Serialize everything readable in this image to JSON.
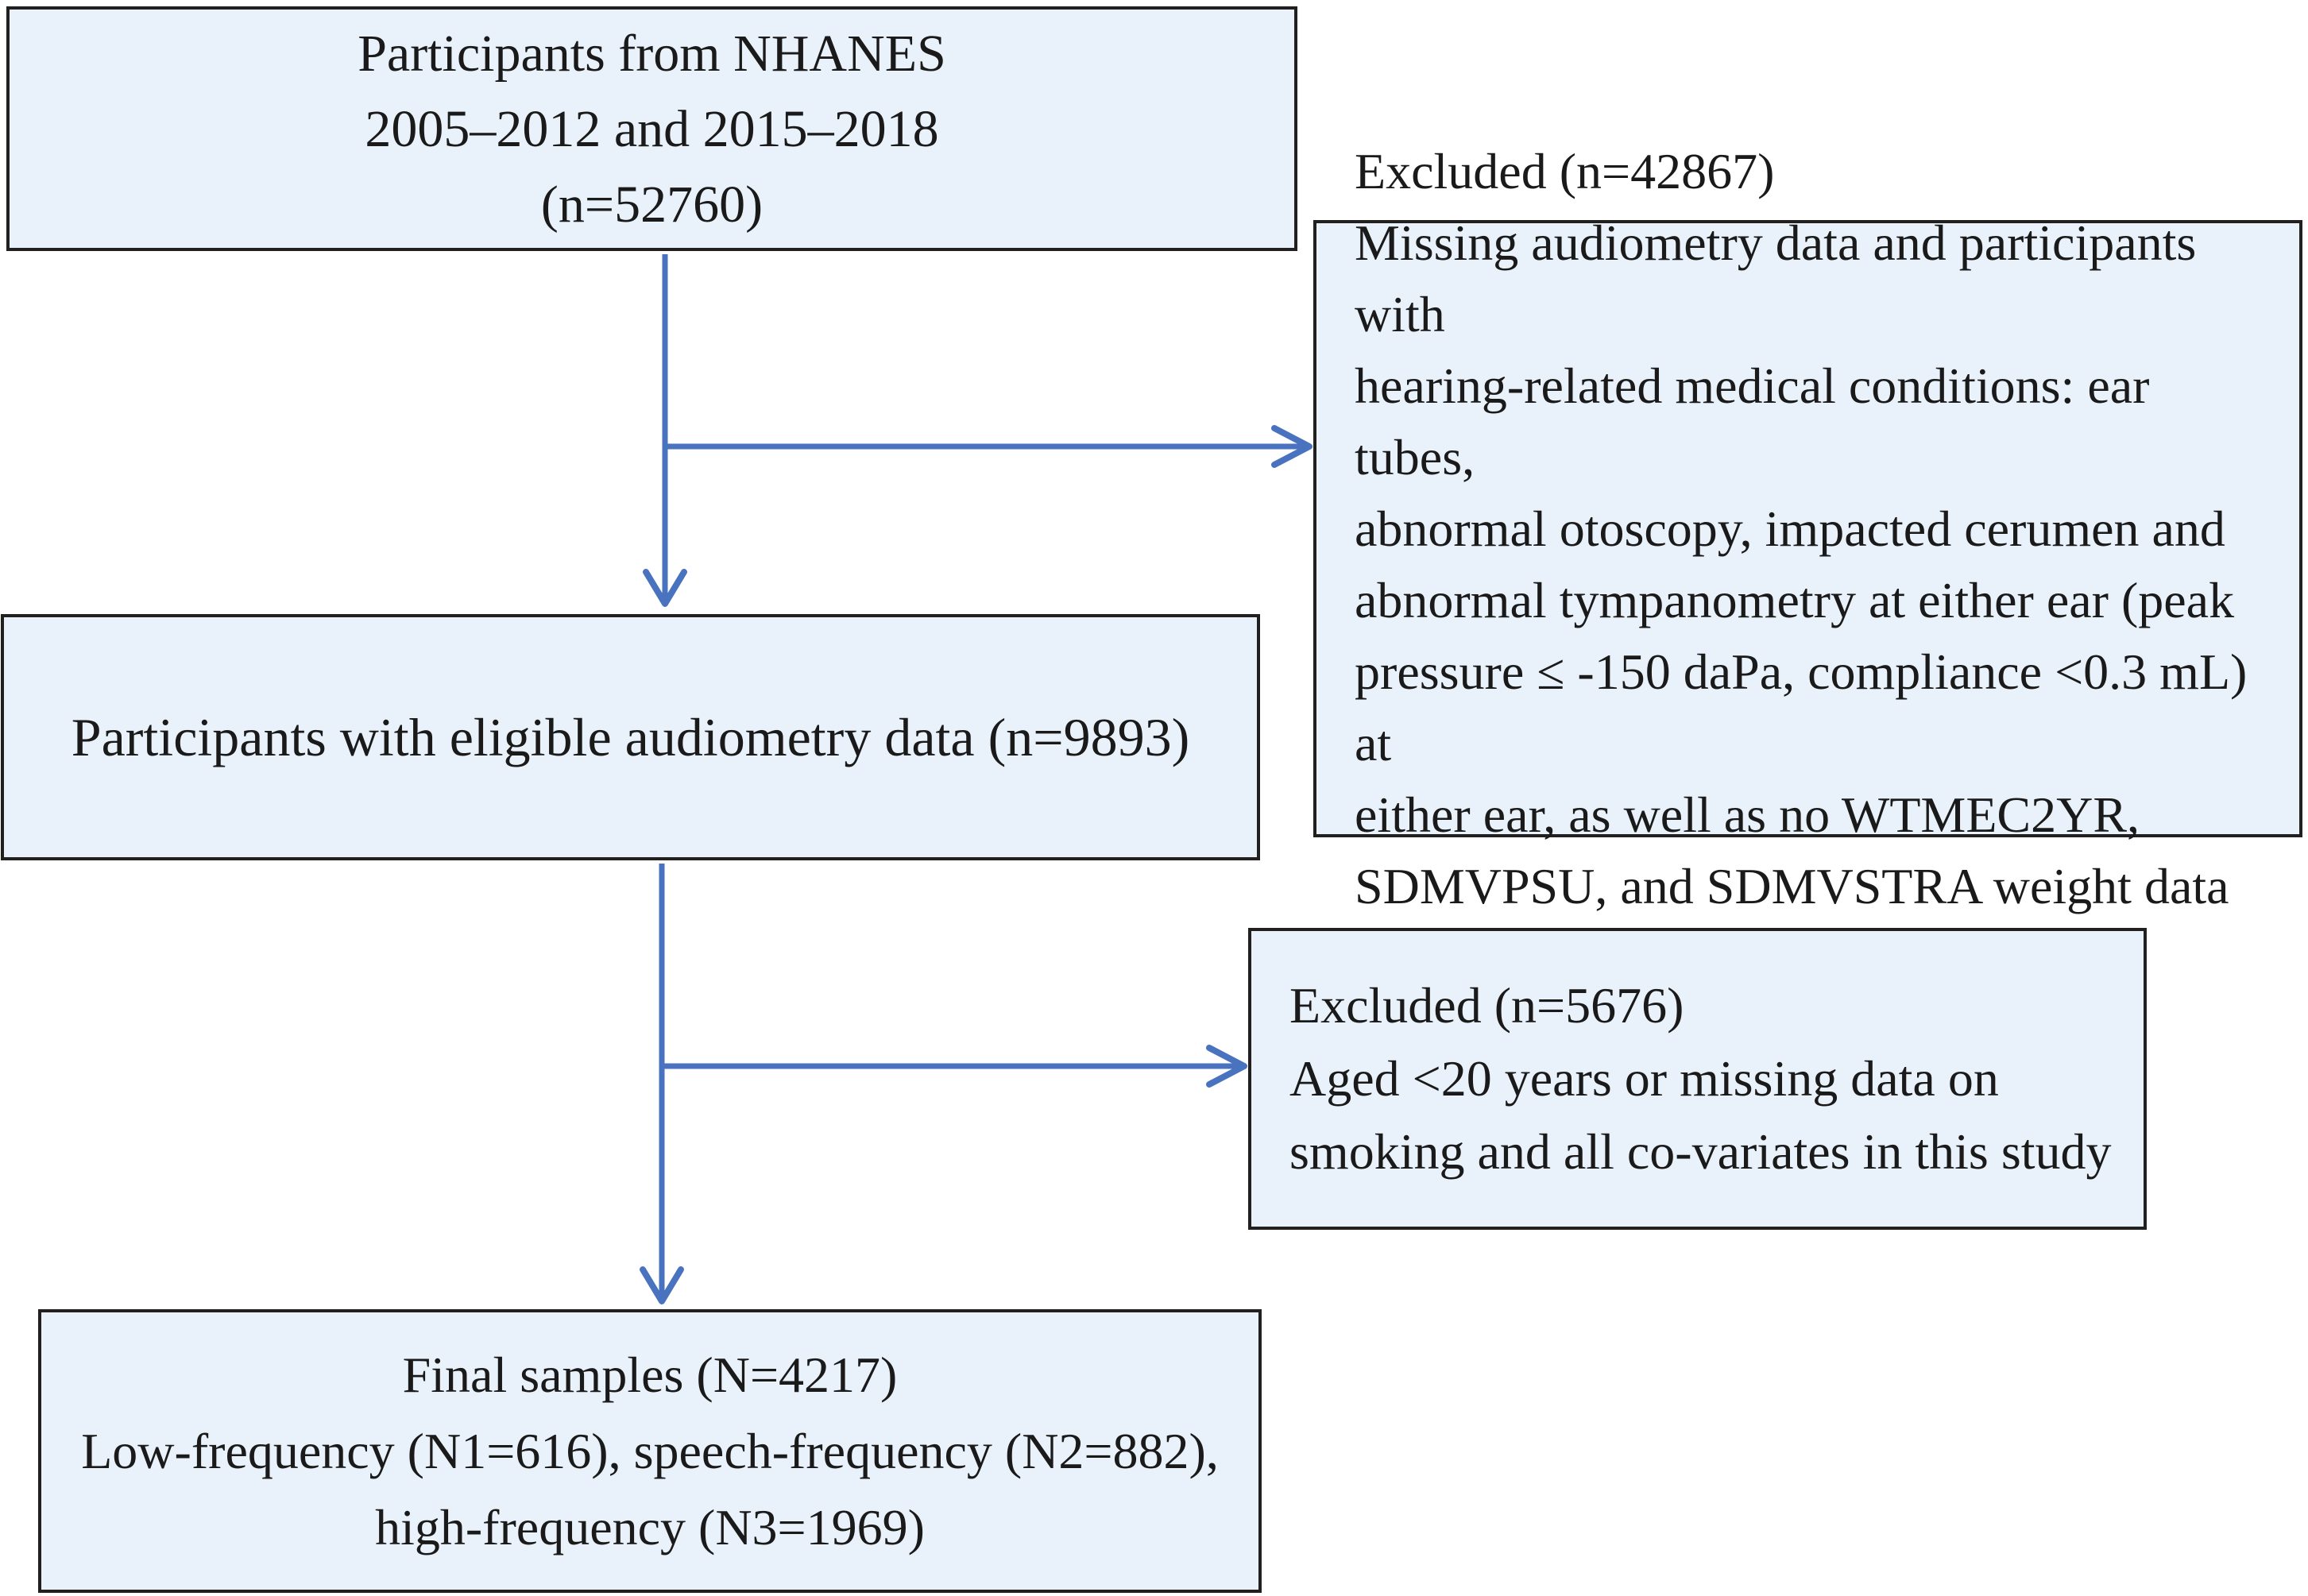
{
  "figure": {
    "type": "participant-selection-flowchart",
    "boxes": {
      "source": {
        "lines": [
          "Participants from NHANES",
          "2005–2012 and 2015–2018",
          "(n=52760)"
        ]
      },
      "excluded1": {
        "lines": [
          "Excluded (n=42867)",
          "Missing audiometry data and participants with",
          "hearing-related medical conditions: ear tubes,",
          "abnormal otoscopy, impacted cerumen and",
          "abnormal tympanometry at either ear (peak",
          "pressure ≤ -150 daPa, compliance <0.3 mL) at",
          "either ear, as well as no WTMEC2YR,",
          "SDMVPSU, and SDMVSTRA weight data"
        ]
      },
      "eligible": {
        "lines": [
          "Participants with eligible audiometry data (n=9893)"
        ]
      },
      "excluded2": {
        "lines": [
          "Excluded (n=5676)",
          "Aged <20 years or missing data on",
          "smoking and all co-variates in this study"
        ]
      },
      "final": {
        "lines": [
          "Final samples (N=4217)",
          "Low-frequency (N1=616), speech-frequency (N2=882),",
          "high-frequency (N3=1969)"
        ]
      }
    },
    "colors": {
      "box_fill": "#e9f1fa",
      "box_border": "#221f1f",
      "arrow": "#4a73bf",
      "text": "#1a1a1a",
      "background": "#ffffff"
    }
  }
}
